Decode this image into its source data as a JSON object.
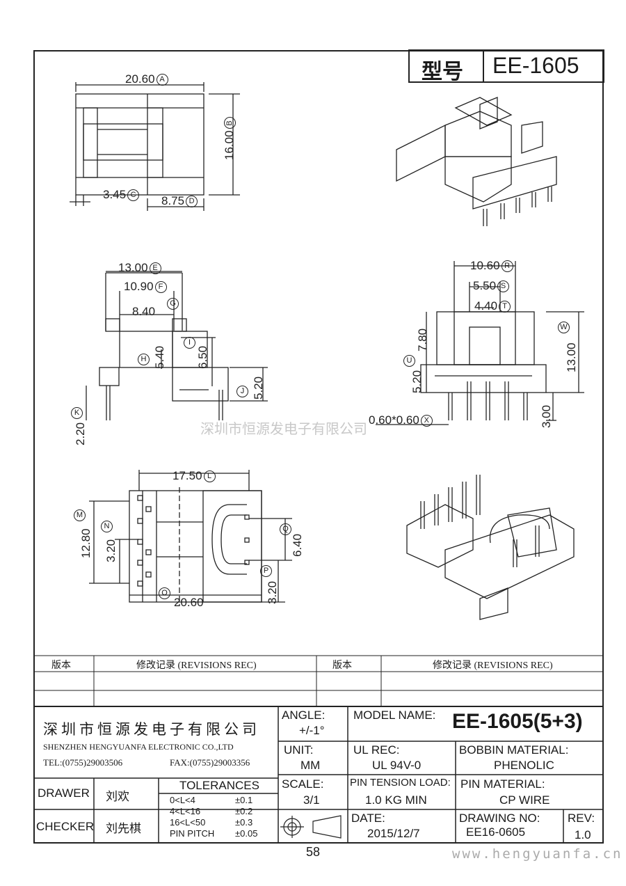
{
  "header": {
    "model_label": "型号",
    "model_value": "EE-1605"
  },
  "dimensions": {
    "top_view": {
      "a": "20.60",
      "a_tag": "A",
      "b": "16.00",
      "b_tag": "B",
      "c": "3.45",
      "c_tag": "C",
      "d": "8.75",
      "d_tag": "D"
    },
    "side_view": {
      "e": "13.00",
      "e_tag": "E",
      "f": "10.90",
      "f_tag": "F",
      "g": "8.40",
      "g_tag": "G",
      "h": "5.40",
      "h_tag": "H",
      "i": "6.50",
      "i_tag": "I",
      "j": "5.20",
      "j_tag": "J",
      "k": "2.20",
      "k_tag": "K"
    },
    "front_view": {
      "r": "10.60",
      "r_tag": "R",
      "s": "5.50",
      "s_tag": "S",
      "t": "4.40",
      "t_tag": "T",
      "u1": "7.80",
      "u2": "5.20",
      "u_tag": "U",
      "w": "13.00",
      "w_tag": "W",
      "x": "0.60*0.60",
      "x_tag": "X",
      "y": "3.00"
    },
    "bottom_view": {
      "l": "17.50",
      "l_tag": "L",
      "m": "12.80",
      "m_tag": "M",
      "n": "3.20",
      "n_tag": "N",
      "o": "20.60",
      "o_tag": "O",
      "p": "3.20",
      "p_tag": "P",
      "q": "6.40",
      "q_tag": "Q"
    }
  },
  "watermark": "深圳市恒源发电子有限公司",
  "revisions": {
    "col_version": "版本",
    "col_record": "修改记录 (REVISIONS REC)"
  },
  "title_block": {
    "company_cn": "深圳市恒源发电子有限公司",
    "company_en": "SHENZHEN HENGYUANFA ELECTRONIC CO.,LTD",
    "tel": "TEL:(0755)29003506",
    "fax": "FAX:(0755)29003356",
    "angle_label": "ANGLE:",
    "angle_value": "+/-1°",
    "model_name_label": "MODEL NAME:",
    "model_name_value": "EE-1605(5+3)",
    "unit_label": "UNIT:",
    "unit_value": "MM",
    "ul_label": "UL REC:",
    "ul_value": "UL 94V-0",
    "bobbin_label": "BOBBIN MATERIAL:",
    "bobbin_value": "PHENOLIC",
    "drawer_label": "DRAWER",
    "drawer_value": "刘欢",
    "checker_label": "CHECKER",
    "checker_value": "刘先棋",
    "tolerances_label": "TOLERANCES",
    "tolerances": [
      {
        "range": "0<L<4",
        "tol": "±0.1"
      },
      {
        "range": "4<L<16",
        "tol": "±0.2"
      },
      {
        "range": "16<L<50",
        "tol": "±0.3"
      },
      {
        "range": "PIN PITCH",
        "tol": "±0.05"
      }
    ],
    "scale_label": "SCALE:",
    "scale_value": "3/1",
    "tension_label": "PIN TENSION LOAD:",
    "tension_value": "1.0 KG MIN",
    "pin_material_label": "PIN MATERIAL:",
    "pin_material_value": "CP WIRE",
    "date_label": "DATE:",
    "date_value": "2015/12/7",
    "drawing_no_label": "DRAWING NO:",
    "drawing_no_value": "EE16-0605",
    "rev_label": "REV:",
    "rev_value": "1.0"
  },
  "page_number": "58",
  "website": "www.hengyuanfa.cn"
}
